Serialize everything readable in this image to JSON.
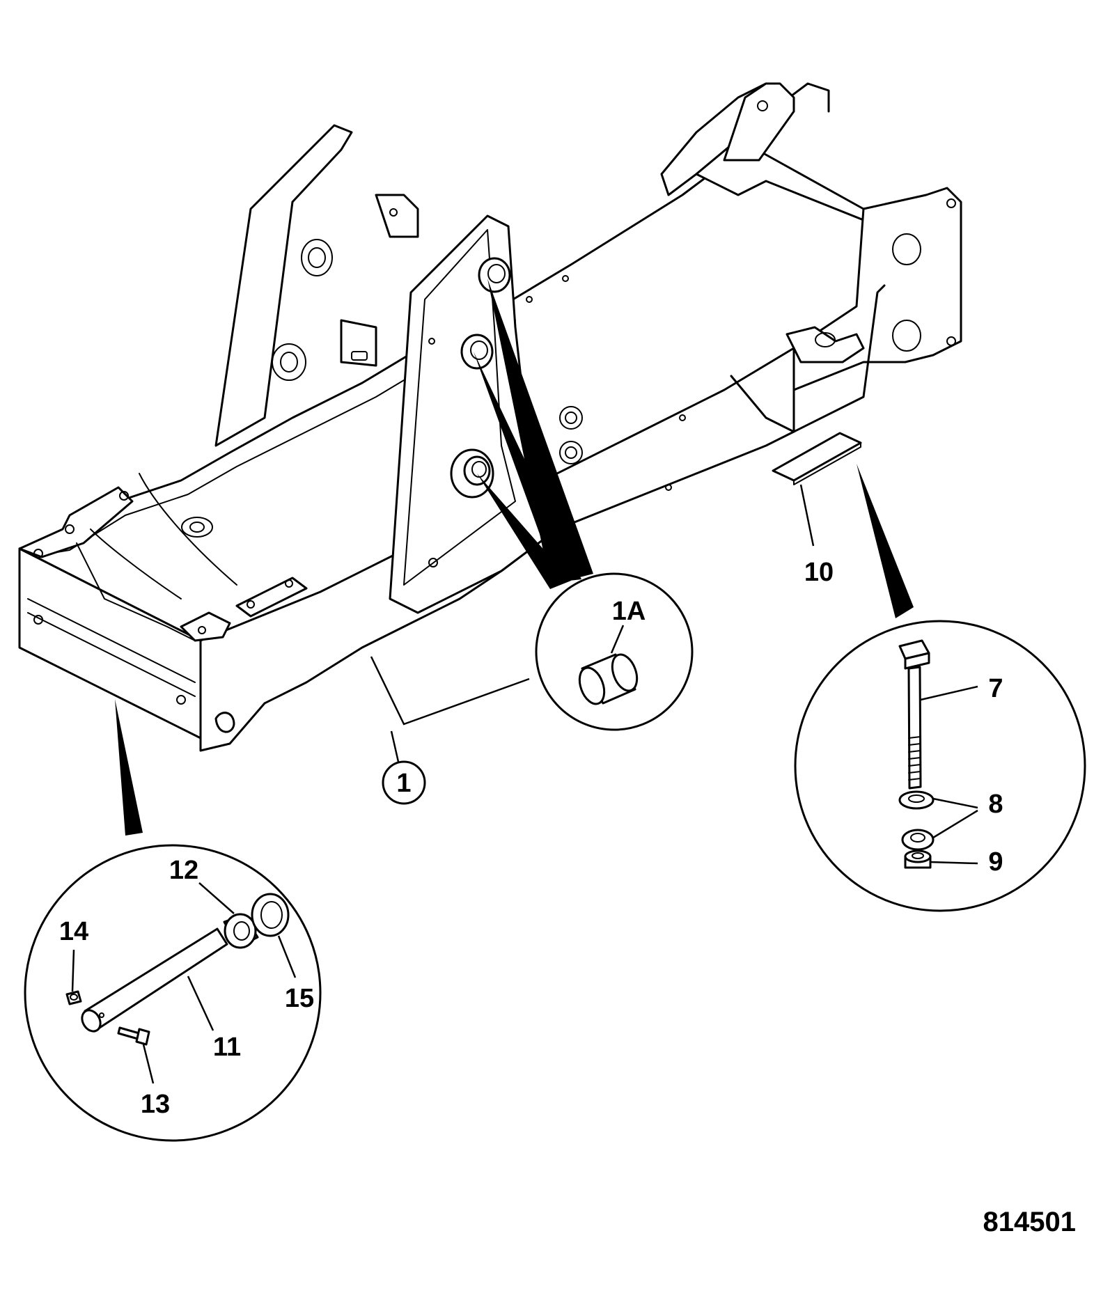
{
  "callouts": {
    "c1": "1",
    "c1a": "1A",
    "c7": "7",
    "c8": "8",
    "c9": "9",
    "c10": "10",
    "c11": "11",
    "c12": "12",
    "c13": "13",
    "c14": "14",
    "c15": "15"
  },
  "figure_number": "814501"
}
